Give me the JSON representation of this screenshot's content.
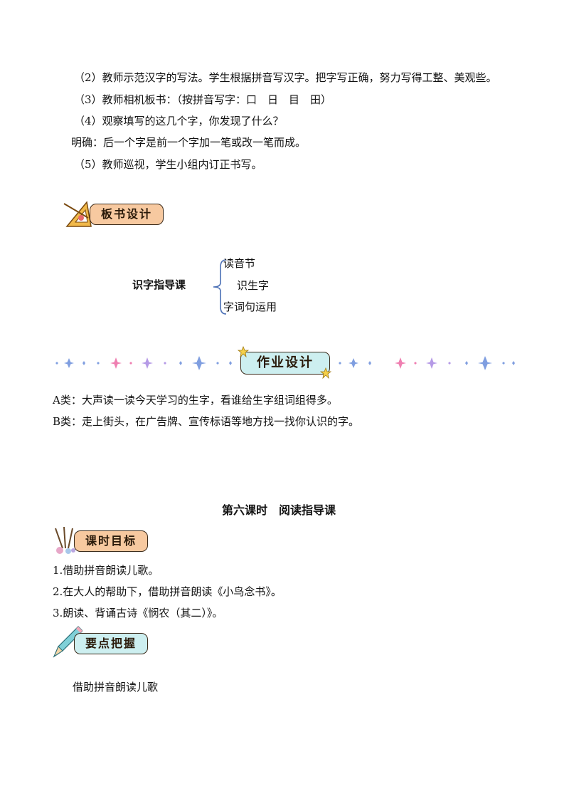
{
  "steps": {
    "step2": "（2）教师示范汉字的写法。学生根据拼音写汉字。把字写正确，努力写得工整、美观些。",
    "step3": "（3）教师相机板书：（按拼音写字：口　日　目　田）",
    "step4": "（4）观察填写的这几个字，你发现了什么？",
    "clarify": "明确：后一个字是前一个字加一笔或改一笔而成。",
    "step5": "（5）教师巡视，学生小组内订正书写。"
  },
  "board_design": {
    "badge": "板书设计",
    "center": "识字指导课",
    "branches": [
      "读音节",
      "识生字",
      "字词句运用"
    ]
  },
  "homework": {
    "badge": "作业设计",
    "a": "A类：大声读一读今天学习的生字，看谁给生字组词组得多。",
    "b": "B类：走上街头，在广告牌、宣传标语等地方找一找你认识的字。"
  },
  "lesson6": {
    "title": "第六课时　阅读指导课",
    "goals_badge": "课时目标",
    "goals": [
      "1.借助拼音朗读儿歌。",
      "2.在大人的帮助下，借助拼音朗读《小鸟念书》。",
      "3.朗读、背诵古诗《悯农（其二）》。"
    ],
    "key_badge": "要点把握",
    "key_point": "借助拼音朗读儿歌"
  },
  "colors": {
    "badge_orange": "#f7c9a0",
    "badge_cyan": "#cdeff0",
    "bracket_blue": "#4a6fb5",
    "sparkle_blue": "#7f9ee0",
    "sparkle_pink": "#ef7fb1"
  }
}
